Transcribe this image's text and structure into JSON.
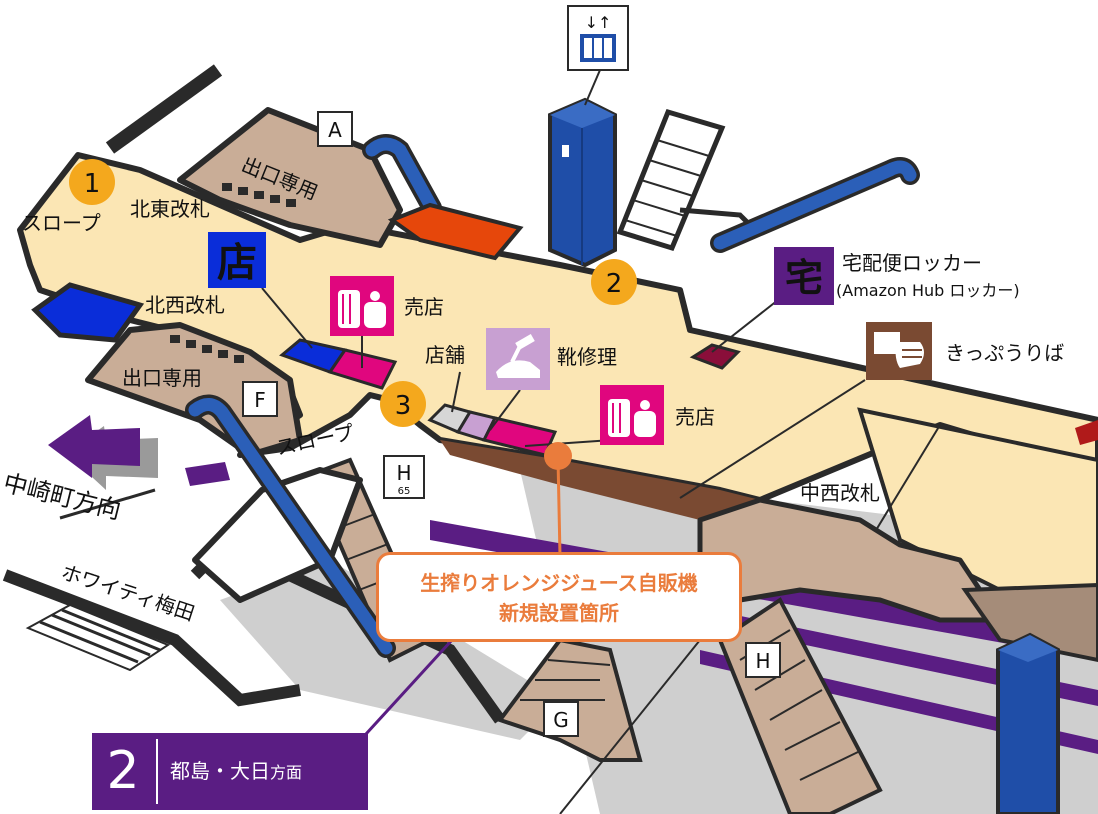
{
  "labels": {
    "slope": "スロープ",
    "northeast_gate": "北東改札",
    "northwest_gate": "北西改札",
    "exit_only": "出口専用",
    "kiosk": "売店",
    "shop": "店舗",
    "shoe_repair": "靴修理",
    "parcel_locker": "宅配便ロッカー",
    "parcel_locker_sub": "(Amazon Hub ロッカー)",
    "ticket_sales": "きっぷうりば",
    "central_west_gate": "中西改札",
    "direction_nakazakicho": "中崎町方向",
    "white_umeda": "ホワイティ梅田"
  },
  "markers": {
    "one": "1",
    "two": "2",
    "three": "3",
    "a": "A",
    "f": "F",
    "g": "G",
    "h": "H",
    "h65_letter": "H",
    "h65_number": "65"
  },
  "icons": {
    "shop_kanji": "店",
    "takuhai_kanji": "宅"
  },
  "highlight": {
    "line1": "生搾りオレンジジュース自販機",
    "line2": "新規設置箇所"
  },
  "direction_sign": {
    "number": "2",
    "text_main": "都島・大日",
    "text_small": "方面"
  },
  "colors": {
    "floor": "#fbe6b4",
    "wall": "#2a2a2a",
    "exit_area": "#c9ad97",
    "elevator": "#1f4ea8",
    "escalator": "#2b5fb8",
    "marker_circle": "#f4a81d",
    "kiosk_magenta": "#e0067e",
    "shoe_repair_lavender": "#c8a0d2",
    "locker_purple": "#5a1d83",
    "ticket_brown": "#7a4a32",
    "shop_blue": "#0a2dd9",
    "highlight_orange": "#ea7c3c",
    "direction_purple": "#5a1d83"
  }
}
